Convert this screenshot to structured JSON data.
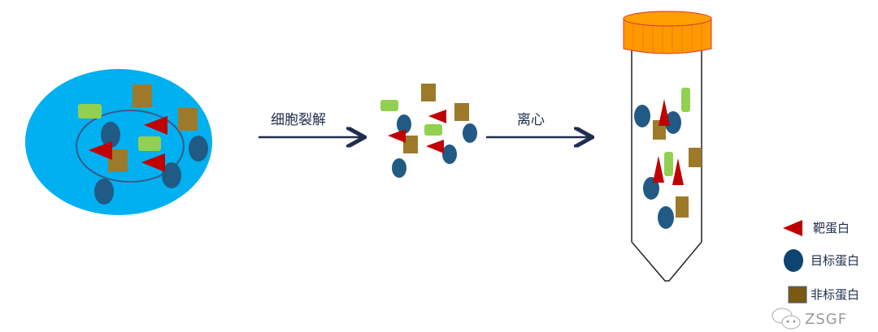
{
  "steps": {
    "lysis": "细胞裂解",
    "centrifuge": "离心"
  },
  "legend": [
    {
      "label": "靶蛋白",
      "shape": "triangle",
      "color": "#c00000"
    },
    {
      "label": "目标蛋白",
      "shape": "ellipse",
      "color": "#1f4e79"
    },
    {
      "label": "非标蛋白",
      "shape": "square",
      "color": "#9c7a2a"
    }
  ],
  "watermark": "ZSGF",
  "colors": {
    "cell": "#00b0f0",
    "target": "#c00000",
    "goal": "#215a85",
    "other": "#9c7a2a",
    "green": "#92d050",
    "cap": "#ff9900",
    "arrow": "#1f2d4d"
  }
}
